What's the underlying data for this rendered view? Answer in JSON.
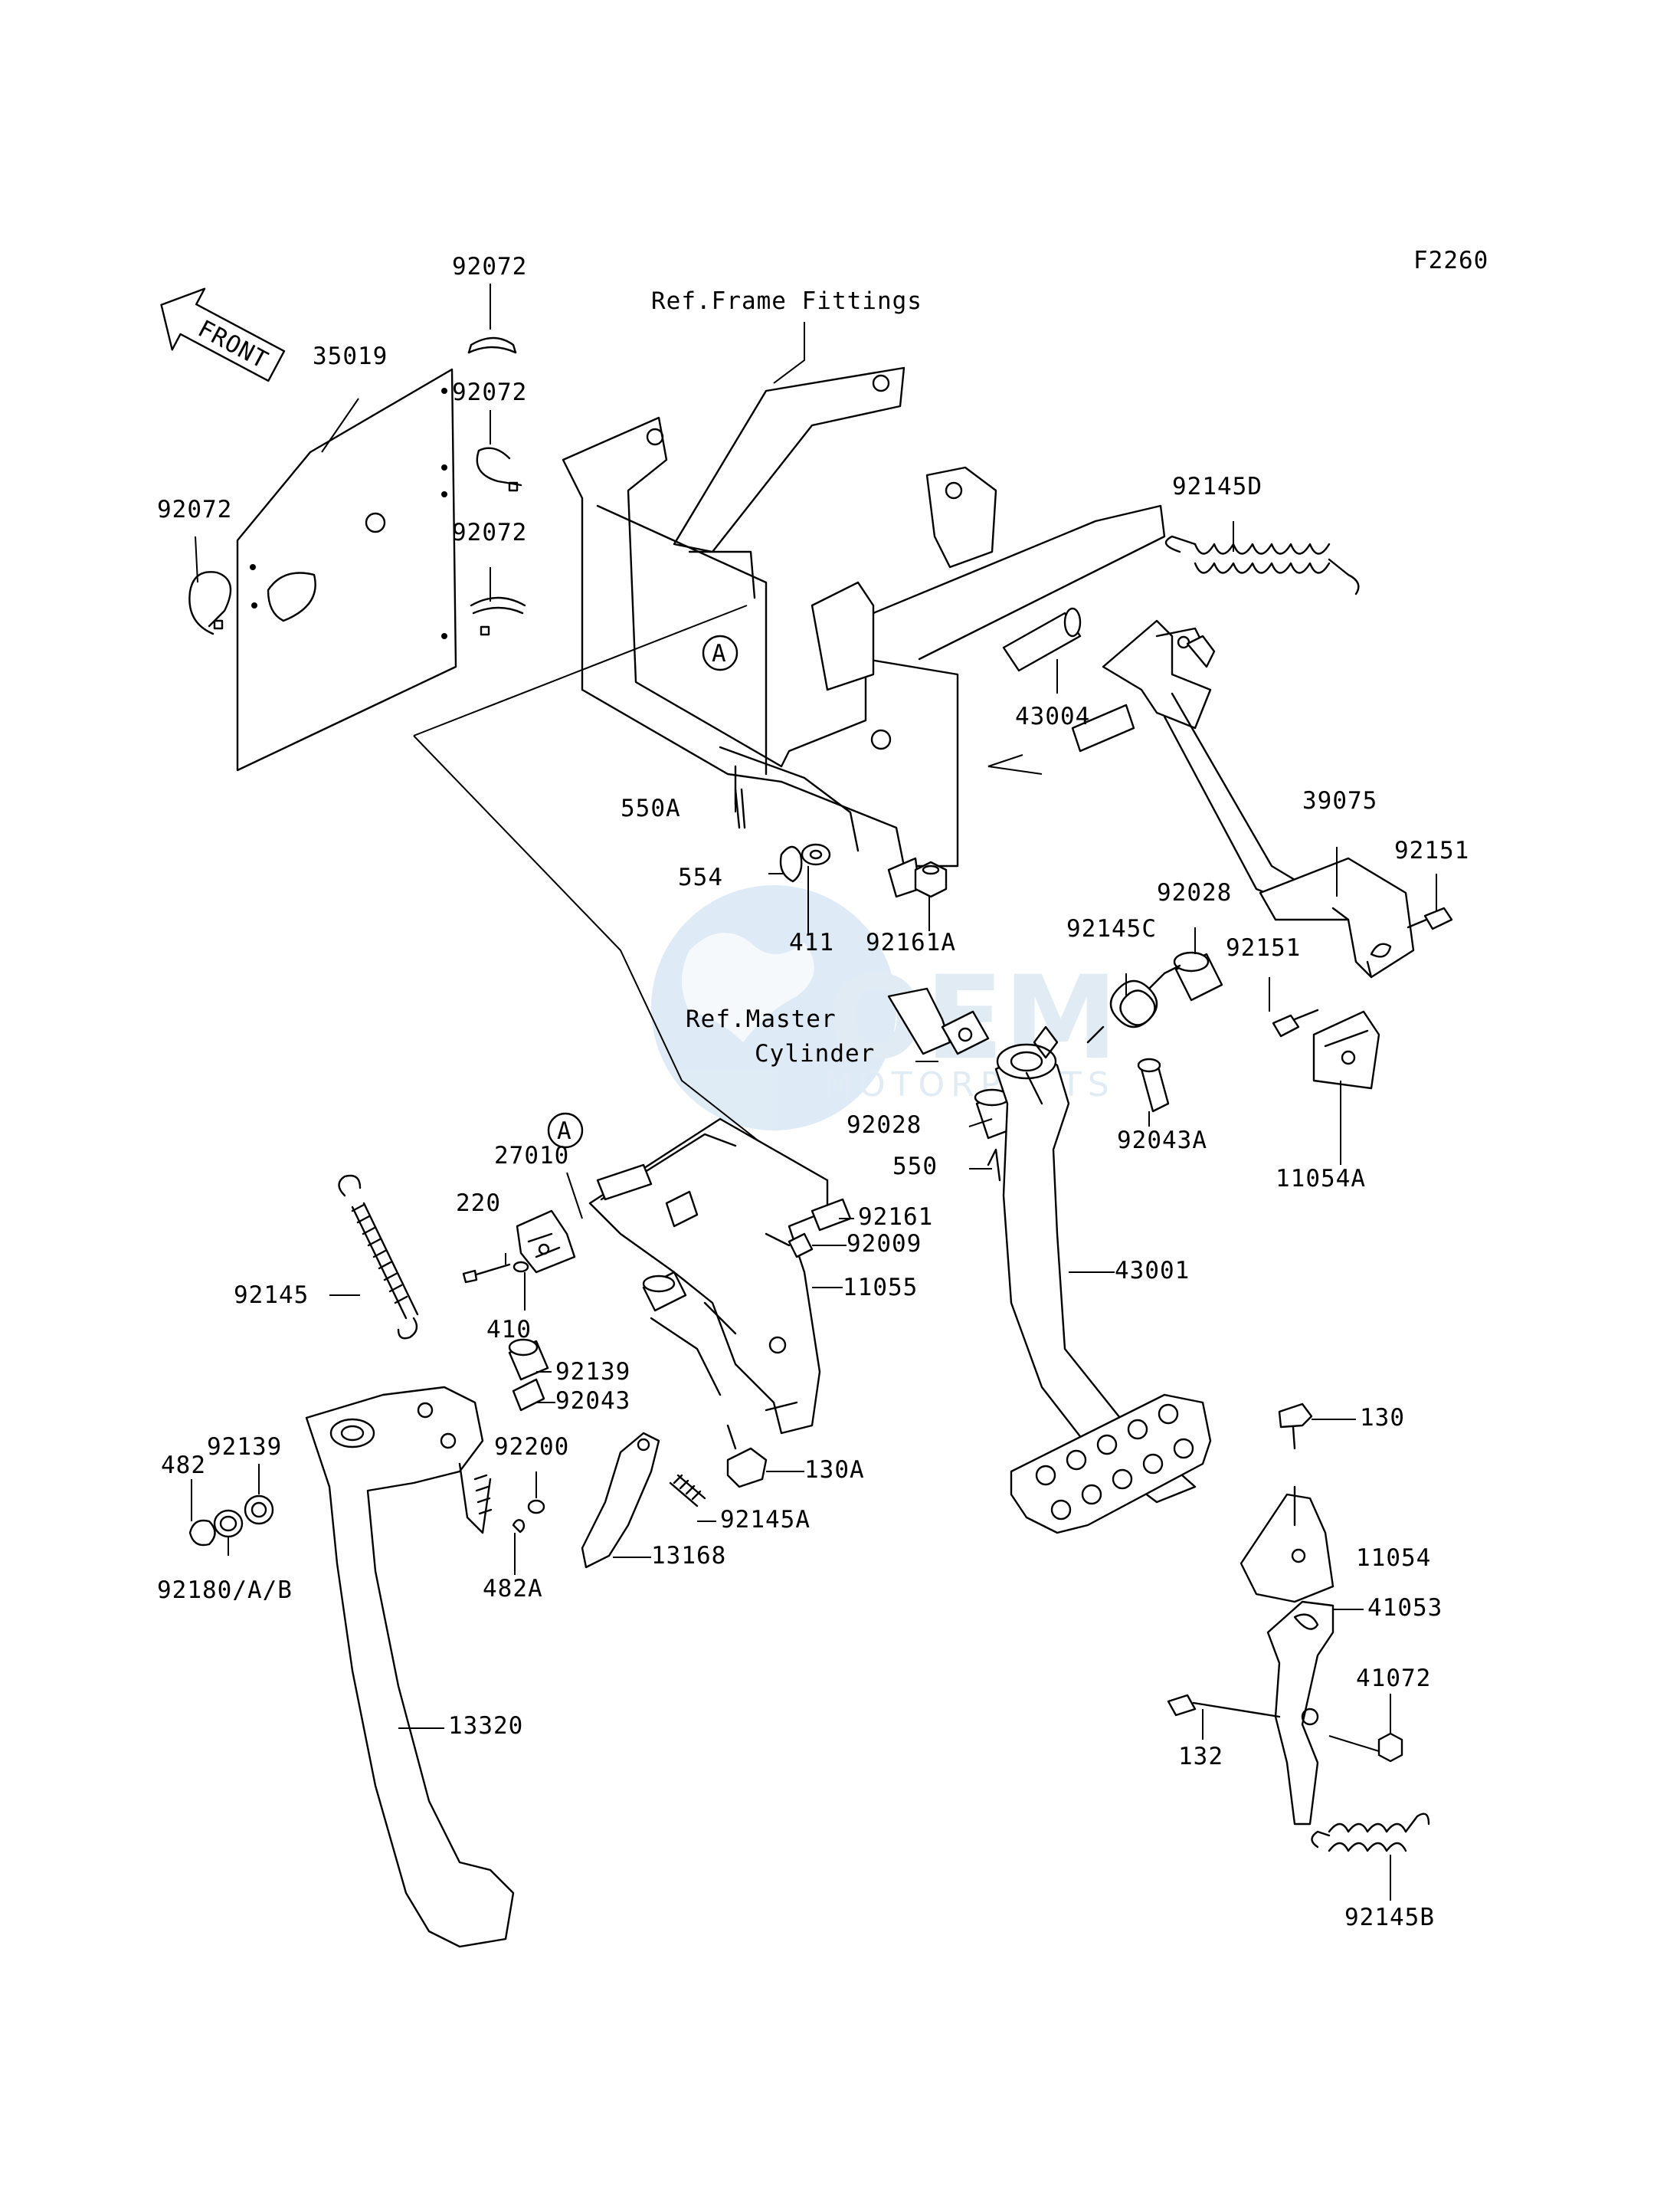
{
  "figure_code": "F2260",
  "front_arrow_text": "FRONT",
  "reference_labels": {
    "frame_fittings": "Ref.Frame Fittings",
    "master_cylinder_line1": "Ref.Master",
    "master_cylinder_line2": "Cylinder"
  },
  "callouts": {
    "a_top": "A",
    "a_bottom": "A"
  },
  "watermark": {
    "text_main": "OEM",
    "text_sub": "MOTORPARTS"
  },
  "part_labels": {
    "p92072_a": "92072",
    "p92072_b": "92072",
    "p92072_c": "92072",
    "p92072_d": "92072",
    "p35019": "35019",
    "p92145D": "92145D",
    "p43004": "43004",
    "p550A": "550A",
    "p554": "554",
    "p411": "411",
    "p92161A": "92161A",
    "p39075": "39075",
    "p92151_a": "92151",
    "p92151_b": "92151",
    "p92028_a": "92028",
    "p92028_b": "92028",
    "p92145C": "92145C",
    "p92043A": "92043A",
    "p11054A": "11054A",
    "p550": "550",
    "p27010": "27010",
    "p220": "220",
    "p92145": "92145",
    "p410": "410",
    "p92161": "92161",
    "p92009": "92009",
    "p11055": "11055",
    "p43001": "43001",
    "p92139_a": "92139",
    "p92139_b": "92139",
    "p92043": "92043",
    "p482": "482",
    "p92200": "92200",
    "p130A": "130A",
    "p92145A": "92145A",
    "p13168": "13168",
    "p482A": "482A",
    "p92180AB": "92180/A/B",
    "p13320": "13320",
    "p130": "130",
    "p11054": "11054",
    "p41053": "41053",
    "p41072": "41072",
    "p132": "132",
    "p92145B": "92145B"
  }
}
